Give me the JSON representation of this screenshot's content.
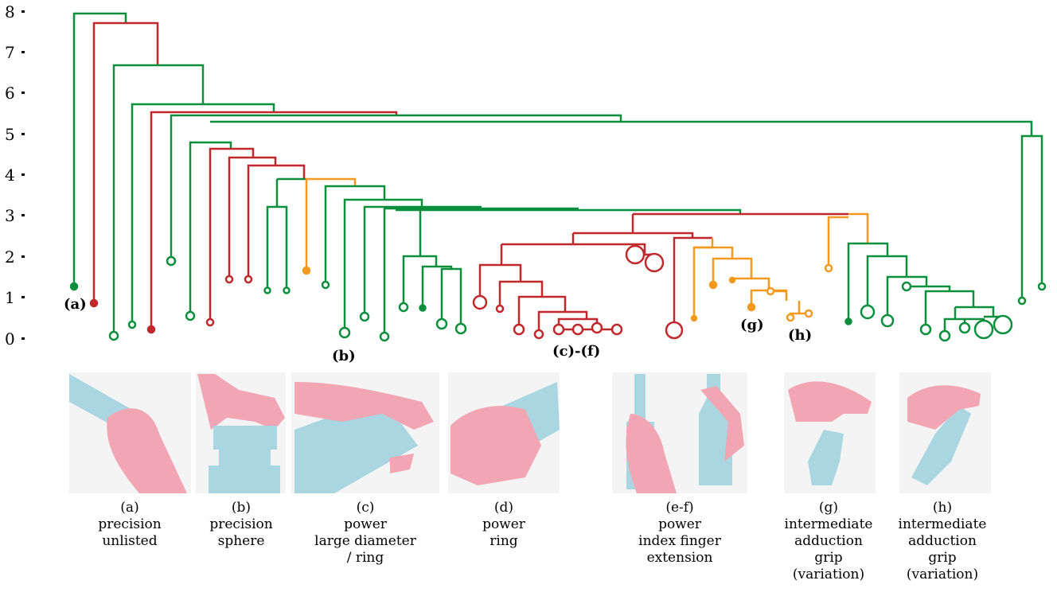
{
  "colors": {
    "green": "#0b8f3c",
    "red": "#c0282c",
    "orange": "#f39a1e",
    "skin": "#f2a6b4",
    "object": "#a9d6e0"
  },
  "axis": {
    "ticks": [
      "0",
      "1",
      "2",
      "3",
      "4",
      "5",
      "6",
      "7",
      "8"
    ]
  },
  "callouts": [
    {
      "id": "a",
      "text": "(a)"
    },
    {
      "id": "b",
      "text": "(b)"
    },
    {
      "id": "cf",
      "text": "(c)-(f)"
    },
    {
      "id": "g",
      "text": "(g)"
    },
    {
      "id": "h",
      "text": "(h)"
    }
  ],
  "panels": [
    {
      "id": "a",
      "lines": [
        "(a)",
        "precision",
        "unlisted"
      ]
    },
    {
      "id": "b",
      "lines": [
        "(b)",
        "precision",
        "sphere"
      ]
    },
    {
      "id": "c",
      "lines": [
        "(c)",
        "power",
        "large diameter",
        "/ ring"
      ]
    },
    {
      "id": "d",
      "lines": [
        "(d)",
        "power",
        "ring"
      ]
    },
    {
      "id": "ef",
      "lines": [
        "(e-f)",
        "power",
        "index finger",
        "extension"
      ]
    },
    {
      "id": "g",
      "lines": [
        "(g)",
        "intermediate",
        "adduction",
        "grip",
        "(variation)"
      ]
    },
    {
      "id": "h",
      "lines": [
        "(h)",
        "intermediate",
        "adduction",
        "grip",
        "(variation)"
      ]
    }
  ]
}
